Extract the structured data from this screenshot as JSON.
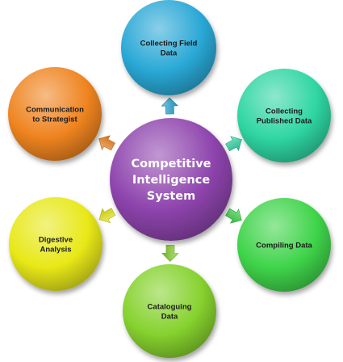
{
  "center": {
    "lines": [
      "Competitive",
      "Intelligence",
      "System"
    ],
    "color": "#8e44ad"
  },
  "nodes": [
    {
      "id": "collecting-field-data",
      "lines": [
        "Collecting Field",
        "Data"
      ],
      "color": "#2aa8d6"
    },
    {
      "id": "collecting-published-data",
      "lines": [
        "Collecting",
        "Published Data"
      ],
      "color": "#2fd6a3"
    },
    {
      "id": "compiling-data",
      "lines": [
        "Compiling Data"
      ],
      "color": "#3fd44a"
    },
    {
      "id": "cataloguing-data",
      "lines": [
        "Cataloguing",
        "Data"
      ],
      "color": "#86d22e"
    },
    {
      "id": "digestive-analysis",
      "lines": [
        "Digestive",
        "Analysis"
      ],
      "color": "#e8e818"
    },
    {
      "id": "communication-to-strategist",
      "lines": [
        "Communication",
        "to Strategist"
      ],
      "color": "#ef8420"
    }
  ]
}
